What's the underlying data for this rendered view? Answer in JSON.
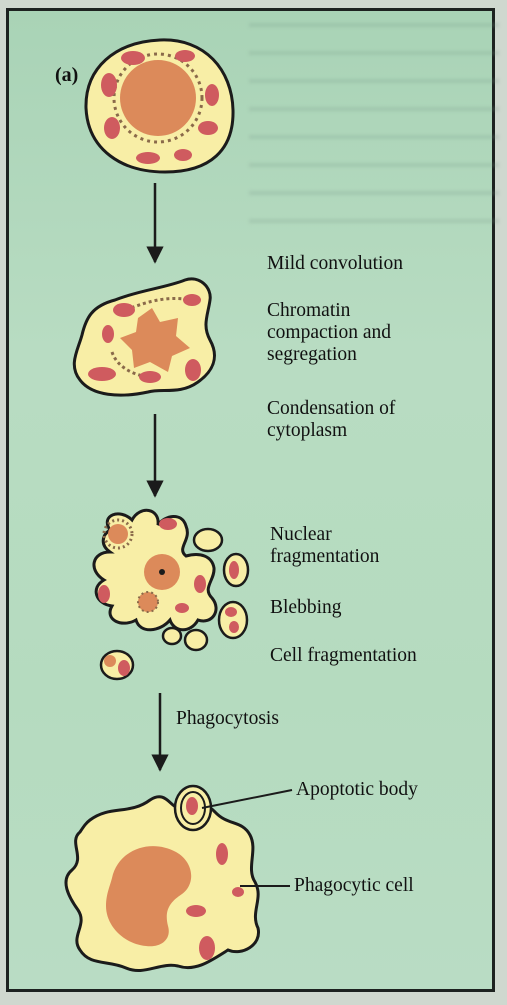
{
  "panel_label": "(a)",
  "stages": [
    {
      "captions": [
        "Mild convolution",
        "Chromatin\ncompaction and\nsegregation",
        "Condensation of\ncytoplasm"
      ]
    },
    {
      "captions": [
        "Nuclear\nfragmentation",
        "Blebbing",
        "Cell fragmentation"
      ]
    }
  ],
  "arrow_label": "Phagocytosis",
  "callouts": {
    "apoptotic_body": "Apoptotic body",
    "phagocytic_cell": "Phagocytic cell"
  },
  "colors": {
    "background": "#b5dbbf",
    "cytoplasm": "#f8eea6",
    "nucleus": "#dc8a5a",
    "organelle": "#cf5b5f",
    "outline": "#1b1b1b"
  }
}
